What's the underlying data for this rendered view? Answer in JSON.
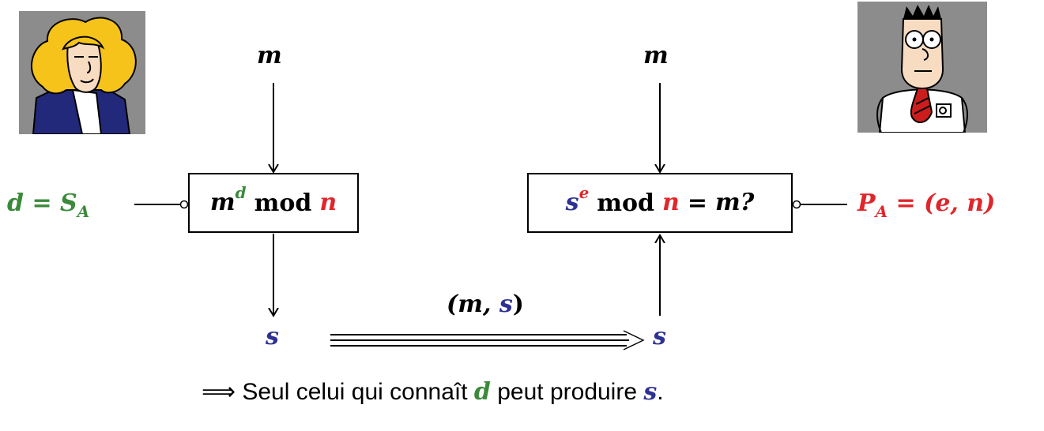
{
  "colors": {
    "green": "#3a8a3a",
    "red": "#e0262b",
    "blue": "#2e3192",
    "black": "#000000"
  },
  "signer": {
    "input_label": "m",
    "key_var": "d",
    "key_eq": "=",
    "key_name": "S",
    "key_sub": "A",
    "box": {
      "base": "m",
      "exp": "d",
      "op": "mod",
      "modulus": "n"
    },
    "output_label": "s",
    "portrait_icon": "alice-cartoon-icon"
  },
  "verifier": {
    "input_label": "m",
    "box": {
      "base": "s",
      "exp": "e",
      "op": "mod",
      "modulus": "n",
      "eq": "=",
      "check": "m?"
    },
    "key_name": "P",
    "key_sub": "A",
    "key_value": "= (e, n)",
    "input_sig_label": "s",
    "portrait_icon": "dilbert-cartoon-icon"
  },
  "channel": {
    "label_open": "(m,",
    "label_s": "s",
    "label_close": ")"
  },
  "conclusion": {
    "arrow": "⟹",
    "text_before": "Seul celui qui connaît",
    "var_d": "d",
    "text_middle": "peut produire",
    "var_s": "s",
    "text_end": "."
  }
}
